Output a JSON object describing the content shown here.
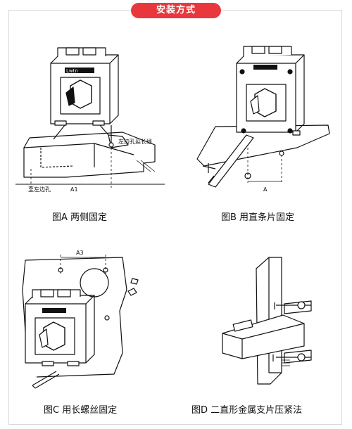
{
  "header": {
    "title": "安装方式"
  },
  "figures": {
    "a": {
      "caption": "图A 两侧固定",
      "label_hole_line": "左边孔延长线",
      "label_to_hole": "至左边孔",
      "label_dim": "A1",
      "brand": "Lwtn"
    },
    "b": {
      "caption": "图B 用直条片固定",
      "label_dim": "A"
    },
    "c": {
      "caption": "图C 用长螺丝固定",
      "label_dim": "A3"
    },
    "d": {
      "caption": "图D 二直形金属支片压紧法"
    }
  },
  "colors": {
    "accent": "#e8383d",
    "ink": "#111111",
    "frame": "#d8d8d8"
  }
}
